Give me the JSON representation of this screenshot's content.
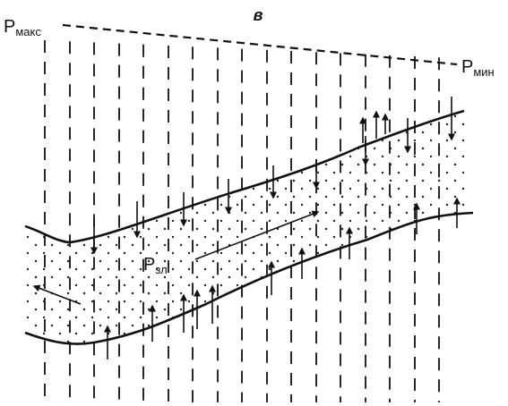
{
  "figure": {
    "panel_letter": "в",
    "labels": {
      "p_max": {
        "symbol": "P",
        "subscript": "макс"
      },
      "p_min": {
        "symbol": "P",
        "subscript": "мин"
      },
      "p_zl": {
        "symbol": "P",
        "subscript": "зл"
      }
    },
    "colors": {
      "ink": "#111111",
      "background": "#ffffff",
      "dots": "#222222"
    }
  }
}
